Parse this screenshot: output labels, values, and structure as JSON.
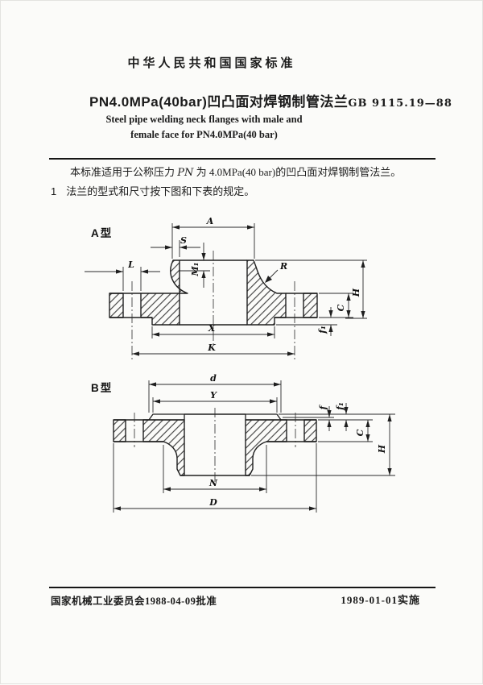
{
  "page": {
    "standard_header": "中华人民共和国国家标准",
    "title_zh": "PN4.0MPa(40bar)凹凸面对焊钢制管法兰",
    "standard_no": "GB 9115.19—88",
    "title_en_line1": "Steel pipe welding neck flanges with male and",
    "title_en_line2": "female face for PN4.0MPa(40 bar)",
    "scope_prefix": "本标准适用于公称压力 ",
    "scope_pn": "PN",
    "scope_suffix": " 为 4.0MPa(40 bar)的凹凸面对焊钢制管法兰。",
    "clause1_no": "1",
    "clause1_text": "法兰的型式和尺寸按下图和下表的规定。",
    "footer_left": "国家机械工业委员会1988-04-09批准",
    "footer_right": "1989-01-01实施"
  },
  "figure_a": {
    "title": "A型",
    "dims": {
      "A": "A",
      "S": "S",
      "M1": "M₁",
      "L": "L",
      "R": "R",
      "H": "H",
      "C": "C",
      "f1": "f₁",
      "X": "X",
      "K": "K"
    }
  },
  "figure_b": {
    "title": "B型",
    "dims": {
      "d": "d",
      "Y": "Y",
      "f": "f",
      "f1": "f₁",
      "C": "C",
      "H": "H",
      "N": "N",
      "D": "D"
    }
  },
  "colors": {
    "ink": "#1b1b1b",
    "paper": "#fbfbf9",
    "line": "#1f1f1f"
  }
}
